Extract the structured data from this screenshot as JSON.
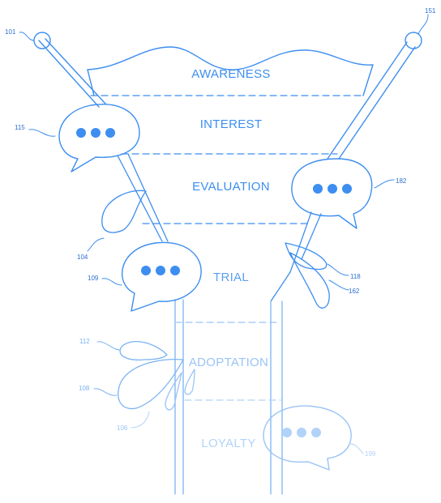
{
  "stages": [
    {
      "label": "AWARENESS"
    },
    {
      "label": "INTEREST"
    },
    {
      "label": "EVALUATION"
    },
    {
      "label": "TRIAL"
    },
    {
      "label": "ADOPTATION"
    },
    {
      "label": "LOYALTY"
    }
  ],
  "refs": {
    "r101": "101",
    "r151": "151",
    "r115": "115",
    "r182": "182",
    "r104": "104",
    "r109": "109",
    "r118": "118",
    "r162": "162",
    "r112": "112",
    "r108": "108",
    "r106": "106",
    "r199": "199"
  },
  "colors": {
    "primary": "#3d8ef0",
    "mid": "#7bb3f3",
    "light": "#b2d3f8",
    "faint": "#cfe2fa"
  }
}
